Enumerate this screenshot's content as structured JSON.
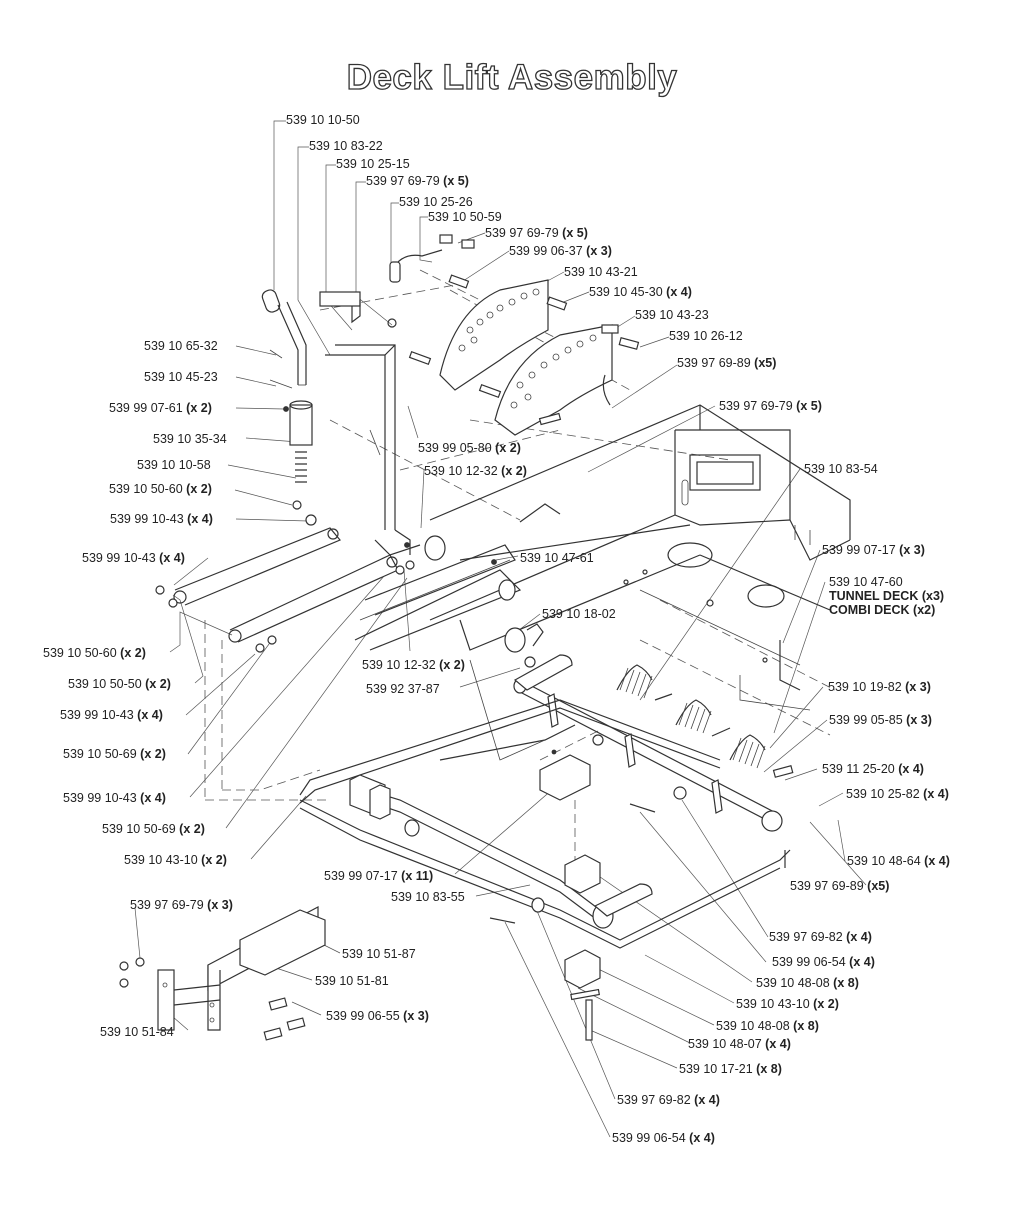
{
  "title": "Deck Lift Assembly",
  "labels": [
    {
      "id": "l01",
      "part": "539 10 10-50",
      "qty": ""
    },
    {
      "id": "l02",
      "part": "539 10 83-22",
      "qty": ""
    },
    {
      "id": "l03",
      "part": "539 10 25-15",
      "qty": ""
    },
    {
      "id": "l04",
      "part": "539 97 69-79",
      "qty": "(x 5)"
    },
    {
      "id": "l05",
      "part": "539 10 25-26",
      "qty": ""
    },
    {
      "id": "l06",
      "part": "539 10 50-59",
      "qty": ""
    },
    {
      "id": "l07",
      "part": "539 97 69-79",
      "qty": "(x 5)"
    },
    {
      "id": "l08",
      "part": "539 99 06-37",
      "qty": "(x 3)"
    },
    {
      "id": "l09",
      "part": "539 10 43-21",
      "qty": ""
    },
    {
      "id": "l10",
      "part": "539 10 45-30",
      "qty": "(x 4)"
    },
    {
      "id": "l11",
      "part": "539 10 43-23",
      "qty": ""
    },
    {
      "id": "l12",
      "part": "539 10 26-12",
      "qty": ""
    },
    {
      "id": "l13",
      "part": "539 97 69-89",
      "qty": "(x5)"
    },
    {
      "id": "l14",
      "part": "539 10 65-32",
      "qty": ""
    },
    {
      "id": "l15",
      "part": "539 10 45-23",
      "qty": ""
    },
    {
      "id": "l16",
      "part": "539 99 07-61",
      "qty": "(x 2)"
    },
    {
      "id": "l17",
      "part": "539 97 69-79",
      "qty": "(x 5)"
    },
    {
      "id": "l18",
      "part": "539 10 35-34",
      "qty": ""
    },
    {
      "id": "l19",
      "part": "539 99 05-80",
      "qty": "(x 2)"
    },
    {
      "id": "l20",
      "part": "539 10 10-58",
      "qty": ""
    },
    {
      "id": "l21",
      "part": "539 10 12-32",
      "qty": "(x 2)"
    },
    {
      "id": "l22",
      "part": "539 10 83-54",
      "qty": ""
    },
    {
      "id": "l23",
      "part": "539 10 50-60",
      "qty": "(x 2)"
    },
    {
      "id": "l24",
      "part": "539 99 10-43",
      "qty": "(x 4)"
    },
    {
      "id": "l25",
      "part": "539 99 07-17",
      "qty": "(x 3)"
    },
    {
      "id": "l26",
      "part": "539 99 10-43",
      "qty": "(x 4)"
    },
    {
      "id": "l27",
      "part": "539 10 47-61",
      "qty": ""
    },
    {
      "id": "l28",
      "part": "539 10 47-60",
      "qty": "",
      "extra1": "TUNNEL DECK (x3)",
      "extra2": "COMBI DECK (x2)"
    },
    {
      "id": "l29",
      "part": "539 10 18-02",
      "qty": ""
    },
    {
      "id": "l30",
      "part": "539 10 50-60",
      "qty": "(x 2)"
    },
    {
      "id": "l31",
      "part": "539 10 12-32",
      "qty": "(x 2)"
    },
    {
      "id": "l32",
      "part": "539 10 50-50",
      "qty": "(x 2)"
    },
    {
      "id": "l33",
      "part": "539 92 37-87",
      "qty": ""
    },
    {
      "id": "l34",
      "part": "539 10 19-82",
      "qty": "(x 3)"
    },
    {
      "id": "l35",
      "part": "539 99 10-43",
      "qty": "(x 4)"
    },
    {
      "id": "l36",
      "part": "539 99 05-85",
      "qty": "(x 3)"
    },
    {
      "id": "l37",
      "part": "539 10 50-69",
      "qty": "(x 2)"
    },
    {
      "id": "l38",
      "part": "539 11 25-20",
      "qty": "(x 4)"
    },
    {
      "id": "l39",
      "part": "539 99 10-43",
      "qty": "(x 4)"
    },
    {
      "id": "l40",
      "part": "539 10 25-82",
      "qty": "(x 4)"
    },
    {
      "id": "l41",
      "part": "539 10 50-69",
      "qty": "(x 2)"
    },
    {
      "id": "l42",
      "part": "539 10 43-10",
      "qty": "(x 2)"
    },
    {
      "id": "l43",
      "part": "539 10 48-64",
      "qty": "(x 4)"
    },
    {
      "id": "l44",
      "part": "539 99 07-17",
      "qty": "(x 11)"
    },
    {
      "id": "l45",
      "part": "539 97 69-89",
      "qty": "(x5)"
    },
    {
      "id": "l46",
      "part": "539 10 83-55",
      "qty": ""
    },
    {
      "id": "l47",
      "part": "539 97 69-79",
      "qty": "(x 3)"
    },
    {
      "id": "l48",
      "part": "539 10 51-87",
      "qty": ""
    },
    {
      "id": "l49",
      "part": "539 97 69-82",
      "qty": "(x 4)"
    },
    {
      "id": "l50",
      "part": "539 10 51-81",
      "qty": ""
    },
    {
      "id": "l51",
      "part": "539 99 06-54",
      "qty": "(x 4)"
    },
    {
      "id": "l52",
      "part": "539 10 48-08",
      "qty": "(x 8)"
    },
    {
      "id": "l53",
      "part": "539 10 43-10",
      "qty": "(x 2)"
    },
    {
      "id": "l54",
      "part": "539 99 06-55",
      "qty": "(x 3)"
    },
    {
      "id": "l55",
      "part": "539 10 51-84",
      "qty": ""
    },
    {
      "id": "l56",
      "part": "539 10 48-08",
      "qty": "(x 8)"
    },
    {
      "id": "l57",
      "part": "539 10 48-07",
      "qty": "(x 4)"
    },
    {
      "id": "l58",
      "part": "539 10 17-21",
      "qty": "(x 8)"
    },
    {
      "id": "l59",
      "part": "539 97 69-82",
      "qty": "(x 4)"
    },
    {
      "id": "l60",
      "part": "539 99 06-54",
      "qty": "(x 4)"
    }
  ]
}
